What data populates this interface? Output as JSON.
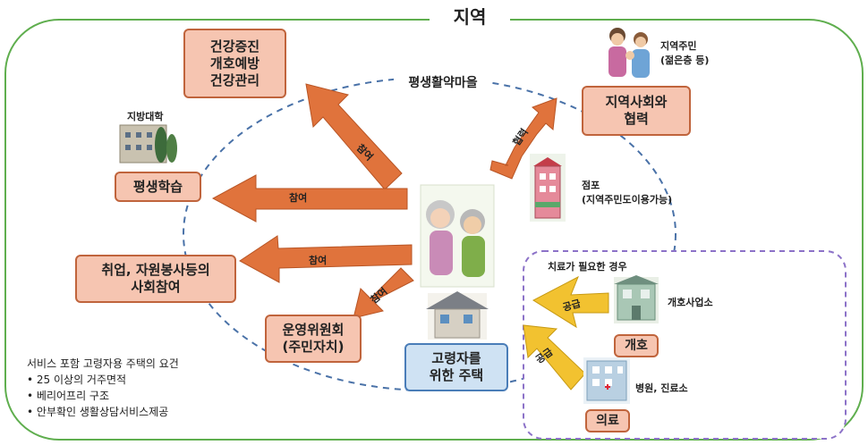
{
  "region_title": "지역",
  "village_label": "평생활약마을",
  "health_box": [
    "건강증진",
    "개호예방",
    "건강관리"
  ],
  "university_label": "지방대학",
  "lifelong_learning": "평생학습",
  "employment_box": [
    "취업, 자원봉사등의",
    "사회참여"
  ],
  "committee_box": [
    "운영위원회",
    "(주민자치)"
  ],
  "housing_box": [
    "고령자를",
    "위한 주택"
  ],
  "community_box": [
    "지역사회와",
    "협력"
  ],
  "residents_label": [
    "지역주민",
    "(젊은층 등)"
  ],
  "store_label": [
    "점포",
    "(지역주민도이용가능)"
  ],
  "treatment_label": "치료가 필요한 경우",
  "care_office_label": "개호사업소",
  "care_box": "개호",
  "medical_box": "의료",
  "hospital_label": "병원, 진료소",
  "participation_arrows": [
    "참여",
    "참여",
    "참여",
    "참여"
  ],
  "cooperation_arrow": "협력",
  "supply_arrows": [
    "공급",
    "공급"
  ],
  "requirements": {
    "title": "서비스 포함 고령자용 주택의 요건",
    "items": [
      "25 이상의 거주면적",
      "베리어프리 구조",
      "안부확인 생활상담서비스제공"
    ]
  },
  "colors": {
    "arrow_orange": "#e0733c",
    "arrow_yellow": "#f2c230",
    "frame_green": "#5fae4e",
    "ellipse_blue": "#4a72a8",
    "dashed_purple": "#8c72c8"
  }
}
